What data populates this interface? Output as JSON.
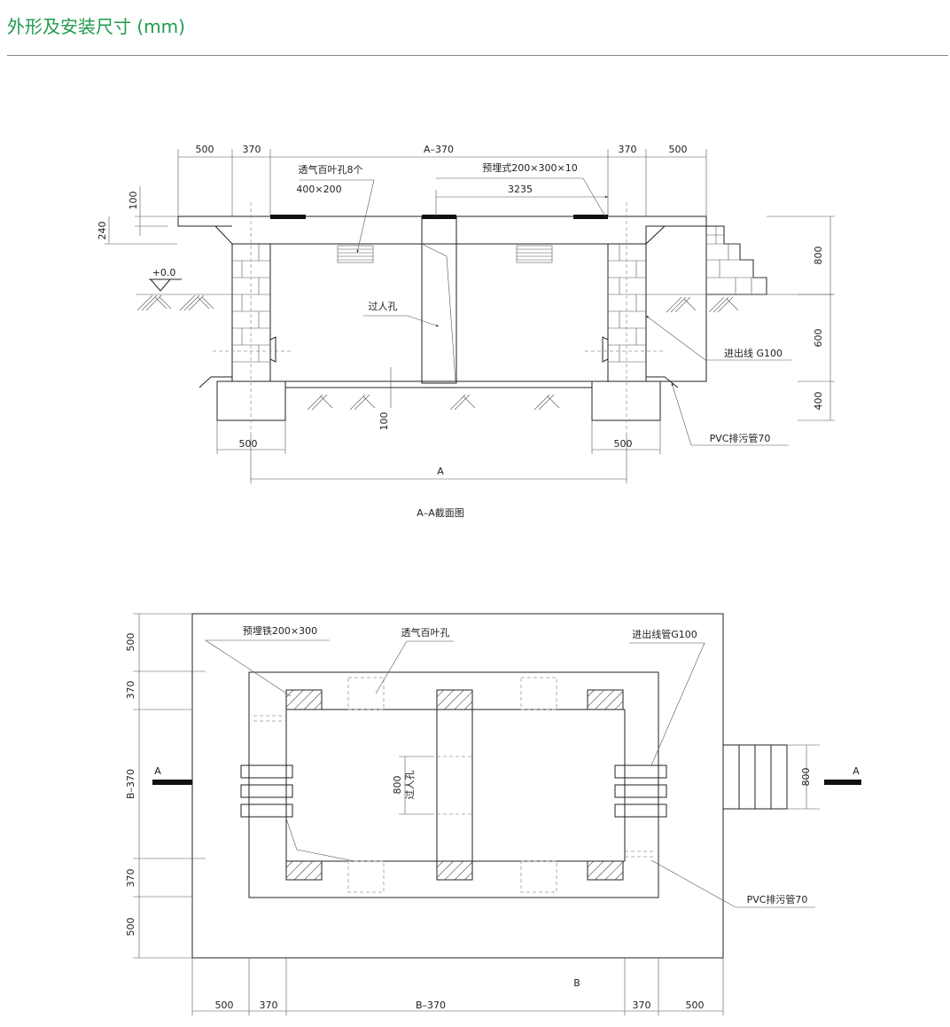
{
  "header": {
    "title": "外形及安装尺寸 (mm)"
  },
  "section_view": {
    "caption": "A–A截面图",
    "top_dims": [
      "500",
      "370",
      "A–370",
      "370",
      "500"
    ],
    "louver_label": "透气百叶孔8个",
    "louver_size": "400×200",
    "embedded_label": "预埋式200×300×10",
    "embedded_offset": "3235",
    "left_dims": [
      "100",
      "240"
    ],
    "ground_level": "+0.0",
    "manhole_label": "过人孔",
    "cable_label": "进出线 G100",
    "drain_label": "PVC排污管70",
    "right_dims": [
      "800",
      "600",
      "400"
    ],
    "floor_gap": "100",
    "bottom_dims": [
      "500",
      "500"
    ],
    "overall_dim": "A"
  },
  "plan_view": {
    "embedded_label": "预埋铁200×300",
    "louver_label": "透气百叶孔",
    "cable_label": "进出线管G100",
    "drain_label": "PVC排污管70",
    "manhole_dim": "800",
    "manhole_label": "过人孔",
    "left_dims": [
      "500",
      "370",
      "B–370",
      "370",
      "500"
    ],
    "bottom_dims": [
      "500",
      "370",
      "B–370",
      "370",
      "500"
    ],
    "overall_dim": "B",
    "stair_dim": "800",
    "section_marker_left": "A",
    "section_marker_right": "A"
  }
}
